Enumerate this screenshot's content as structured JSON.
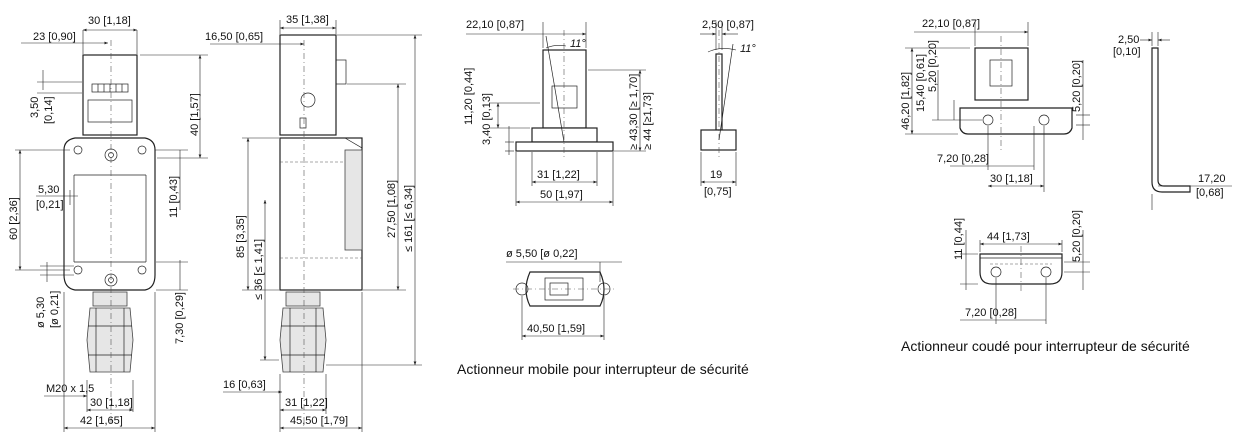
{
  "captions": {
    "mobile_actuator": "Actionneur mobile pour interrupteur de sécurité",
    "angled_actuator": "Actionneur coudé pour interrupteur de sécurité"
  },
  "switch_front": {
    "d_30": "30 [1,18]",
    "d_23": "23 [0,90]",
    "d_350": "3,50",
    "d_014": "[0,14]",
    "d_40": "40 [1,57]",
    "d_530": "5,30",
    "d_021": "[0,21]",
    "d_11": "11 [0,43]",
    "d_60": "60 [2,36]",
    "d_hole": "ø 5,30",
    "d_hole_in": "[ø 0,21]",
    "d_730": "7,30 [0,29]",
    "d_m20": "M20 x 1,5",
    "d_30b": "30 [1,18]",
    "d_42": "42 [1,65]"
  },
  "switch_side": {
    "d_35": "35 [1,38]",
    "d_1650": "16,50 [0,65]",
    "d_85": "85 [3,35]",
    "d_36": "≤ 36 [≤ 1,41]",
    "d_2750": "27,50 [1,08]",
    "d_161": "≤ 161 [≤ 6,34]",
    "d_16": "16 [0,63]",
    "d_31": "31 [1,22]",
    "d_4550": "45,50 [1,79]"
  },
  "mobile": {
    "d_2210": "22,10 [0,87]",
    "d_angle": "11°",
    "d_1120": "11,20 [0,44]",
    "d_340": "3,40 [0,13]",
    "d_4330": "≥ 43,30 [≥ 1,70]",
    "d_44": "≥ 44 [≥1,73]",
    "d_31": "31 [1,22]",
    "d_50": "50 [1,97]",
    "d_250": "2,50 [0,87]",
    "d_angle2": "11°",
    "d_19": "19",
    "d_075": "[0,75]",
    "d_hole": "ø 5,50 [ø 0,22]",
    "d_4050": "40,50 [1,59]"
  },
  "angled": {
    "d_2210": "22,10 [0,87]",
    "d_4620": "46,20 [1,82]",
    "d_1540": "15,40 [0,61]",
    "d_520a": "5,20 [0,20]",
    "d_520b": "5,20 [0,20]",
    "d_720": "7,20 [0,28]",
    "d_30": "30 [1,18]",
    "d_250": "2,50",
    "d_010": "[0,10]",
    "d_1720": "17,20",
    "d_068": "[0,68]",
    "d_11": "11 [0,44]",
    "d_44": "44 [1,73]",
    "d_520c": "5,20 [0,20]",
    "d_720b": "7,20 [0,28]"
  }
}
